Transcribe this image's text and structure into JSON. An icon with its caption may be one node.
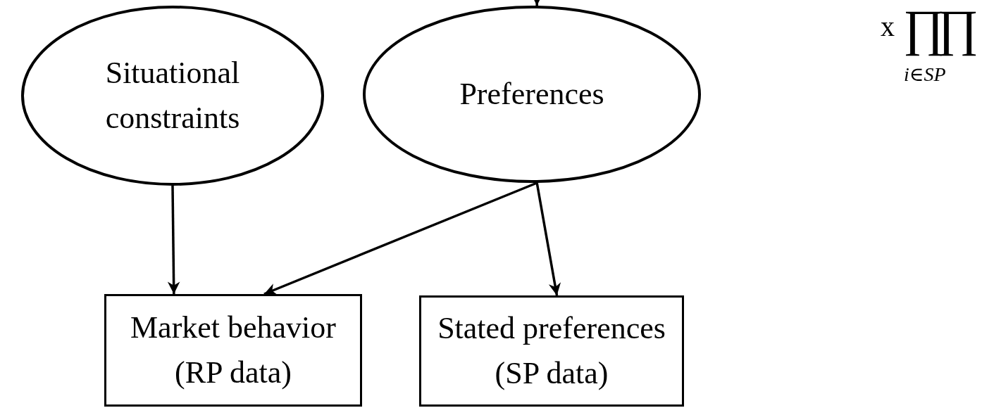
{
  "diagram": {
    "nodes": [
      {
        "text": [
          "Situational constraints"
        ]
      },
      {
        "text": [
          "Preferences"
        ]
      },
      {
        "text": [
          "Market behavior (RP data)"
        ]
      },
      {
        "text": [
          "Stated preferences (SP data)"
        ]
      }
    ],
    "edges": [
      {
        "from": null,
        "to": 1,
        "arrow": "to"
      },
      {
        "from": 0,
        "to": 2,
        "arrow": "to"
      },
      {
        "from": 1,
        "to": 2,
        "arrow": "to"
      },
      {
        "from": 1,
        "to": 3,
        "arrow": "to"
      }
    ],
    "labels": [
      "x",
      "∏",
      "∏",
      "i∈SP"
    ]
  }
}
